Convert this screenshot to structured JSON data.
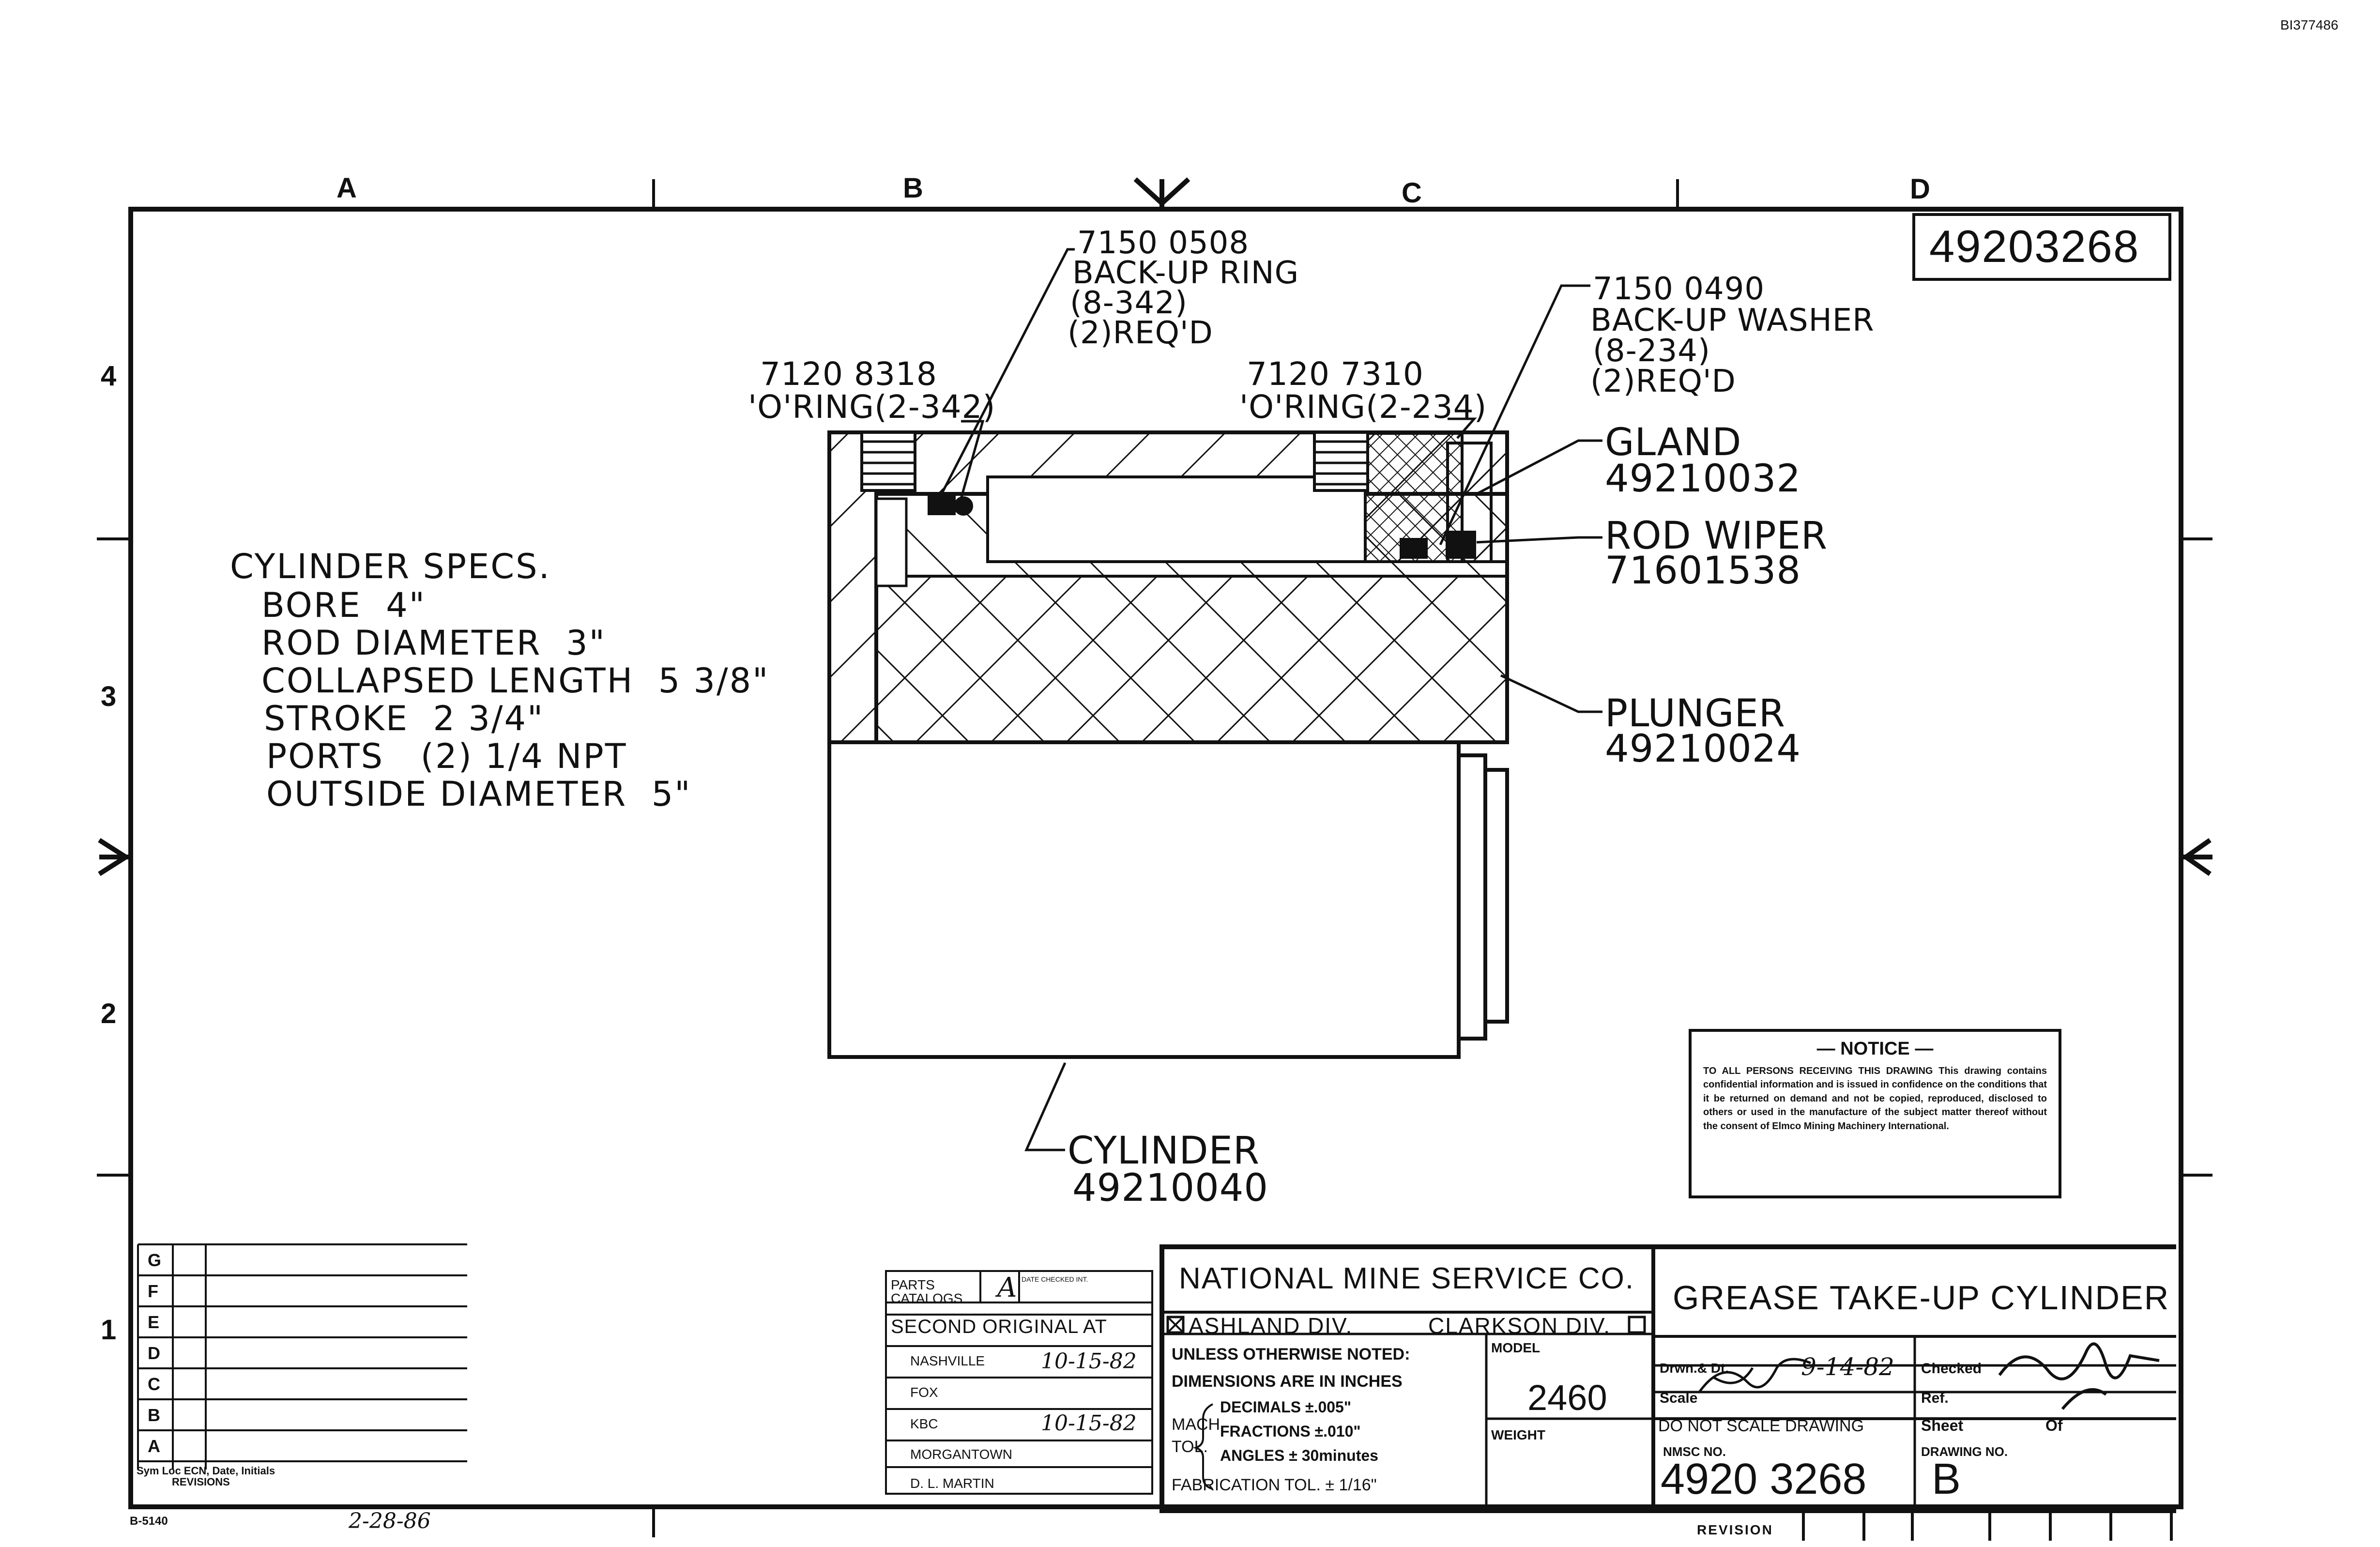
{
  "doc_id": "BI377486",
  "zones": {
    "columns": [
      "A",
      "B",
      "C",
      "D"
    ],
    "rows": [
      "4",
      "3",
      "2",
      "1"
    ]
  },
  "drawing_number_box": "49203268",
  "callouts": {
    "backup_ring": {
      "part": "7150 0508",
      "name": "BACK-UP RING",
      "spec": "(8-342)",
      "qty": "(2)REQ'D"
    },
    "oring_left": {
      "part": "7120 8318",
      "name": "'O'RING(2-342)"
    },
    "oring_right": {
      "part": "7120 7310",
      "name": "'O'RING(2-234)"
    },
    "backup_washer": {
      "part": "7150 0490",
      "name": "BACK-UP WASHER",
      "spec": "(8-234)",
      "qty": "(2)REQ'D"
    },
    "gland": {
      "name": "GLAND",
      "part": "49210032"
    },
    "rod_wiper": {
      "name": "ROD WIPER",
      "part": "71601538"
    },
    "plunger": {
      "name": "PLUNGER",
      "part": "49210024"
    },
    "cylinder": {
      "name": "CYLINDER",
      "part": "49210040"
    }
  },
  "specs": {
    "title": "CYLINDER SPECS.",
    "lines": [
      "BORE  4\"",
      "ROD DIAMETER  3\"",
      "COLLAPSED LENGTH  5 3/8\"",
      "STROKE  2 3/4\"",
      "PORTS   (2) 1/4 NPT",
      "OUTSIDE DIAMETER  5\""
    ]
  },
  "notice": {
    "title": "— NOTICE —",
    "body": "TO ALL PERSONS RECEIVING THIS DRAWING This drawing contains confidential information and is issued in confidence on the conditions that it be returned on demand and not be copied, reproduced, disclosed to others or used in the manufacture of the subject matter thereof without the consent of Elmco Mining Machinery International."
  },
  "revisions": {
    "symbols": [
      "G",
      "F",
      "E",
      "D",
      "C",
      "B",
      "A"
    ],
    "header": "Sym Loc ECN, Date, Initials",
    "title": "REVISIONS"
  },
  "form_number": "B-5140",
  "bottom_note": "2-28-86",
  "parts_catalog": {
    "label": "PARTS CATALOGS",
    "mark": "A",
    "date_label": "DATE CHECKED INT.",
    "second_original": "SECOND ORIGINAL AT",
    "locations": [
      {
        "name": "NASHVILLE",
        "date": "10-15-82"
      },
      {
        "name": "FOX",
        "date": ""
      },
      {
        "name": "KBC",
        "date": "10-15-82"
      },
      {
        "name": "MORGANTOWN",
        "date": ""
      },
      {
        "name": "D. L. MARTIN",
        "date": ""
      }
    ]
  },
  "title_block": {
    "company": "NATIONAL MINE SERVICE CO.",
    "division_ashland": "ASHLAND DIV.",
    "division_clarkson": "CLARKSON DIV.",
    "tolerance_lines": [
      "UNLESS OTHERWISE NOTED:",
      "DIMENSIONS ARE IN INCHES"
    ],
    "mach_tol": "MACH TOL.",
    "tol_items": [
      "DECIMALS ±.005\"",
      "FRACTIONS ±.010\"",
      "ANGLES ± 30minutes"
    ],
    "fabrication_tol": "FABRICATION TOL. ± 1/16\"",
    "model_label": "MODEL",
    "model": "2460",
    "weight_label": "WEIGHT",
    "title": "GREASE TAKE-UP CYLINDER",
    "drawn_label": "Drwn.& Dt.",
    "drawn_date": "9-14-82",
    "checked_label": "Checked",
    "scale_label": "Scale",
    "ref_label": "Ref.",
    "dont_scale": "DO NOT SCALE DRAWING",
    "sheet_label": "Sheet",
    "of_label": "Of",
    "nmsc_label": "NMSC NO.",
    "nmsc_no": "4920 3268",
    "drawing_no_label": "DRAWING NO.",
    "drawing_no": "B",
    "revision_label": "REVISION"
  }
}
